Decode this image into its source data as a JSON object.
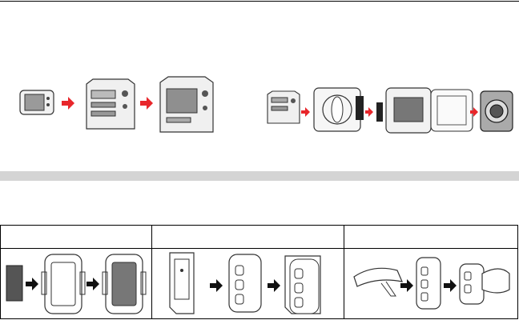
{
  "page": {
    "upper_illustrations": [
      {
        "name": "camera-front"
      },
      {
        "name": "camera-assembled-small"
      },
      {
        "name": "camera-assembled-large"
      },
      {
        "name": "camera-small"
      },
      {
        "name": "waterproof-case-open"
      },
      {
        "name": "waterproof-case-parts"
      },
      {
        "name": "camera-in-case"
      }
    ],
    "arrow_color": "#e8262b",
    "band_color": "#d4d4d4",
    "table": {
      "headers": [
        "",
        "",
        ""
      ],
      "columns": [
        "battery-holder",
        "clip-mount",
        "strap-mount"
      ]
    }
  }
}
